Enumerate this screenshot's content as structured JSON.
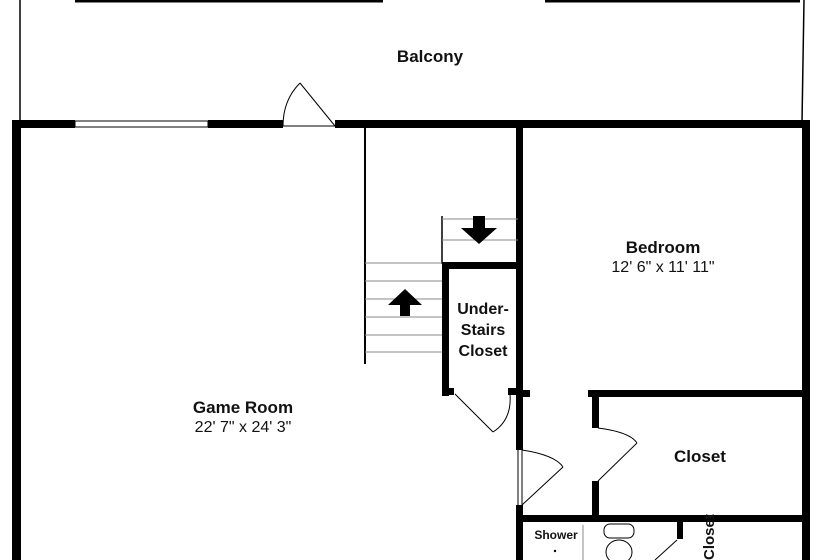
{
  "rooms": {
    "balcony": {
      "name": "Balcony"
    },
    "game_room": {
      "name": "Game Room",
      "dimensions": "22' 7\" x 24' 3\""
    },
    "bedroom": {
      "name": "Bedroom",
      "dimensions": "12' 6\" x 11' 11\""
    },
    "under_stairs_closet": {
      "line1": "Under-",
      "line2": "Stairs",
      "line3": "Closet"
    },
    "closet": {
      "name": "Closet"
    },
    "shower": {
      "name": "Shower"
    },
    "bath_closet": {
      "name": "Closet"
    }
  },
  "colors": {
    "wall": "#000000",
    "background": "#ffffff"
  }
}
